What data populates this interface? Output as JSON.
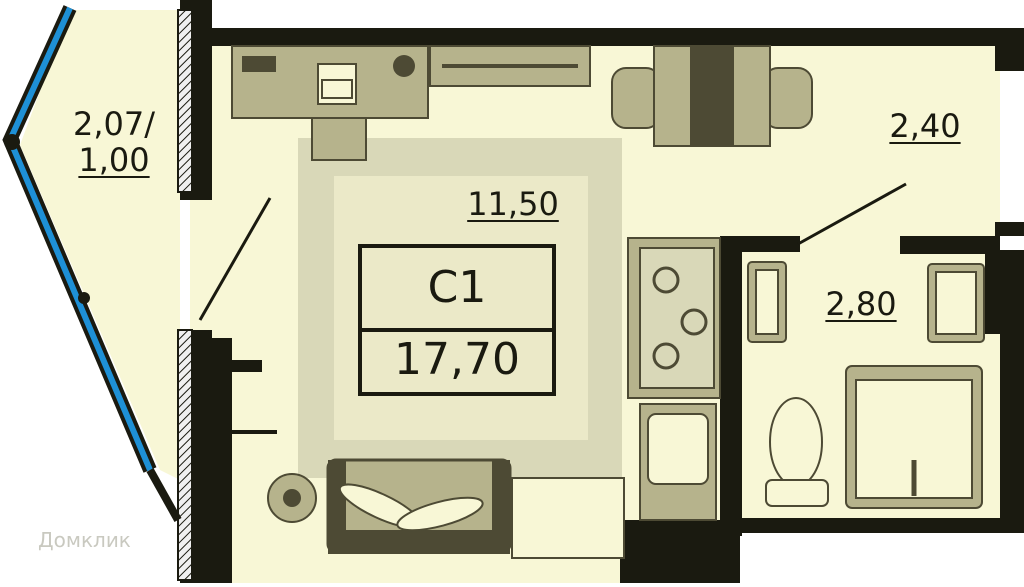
{
  "plan": {
    "rooms": {
      "balcony": {
        "area_line1": "2,07/",
        "area_line2": "1,00"
      },
      "living": {
        "area": "11,50"
      },
      "hall": {
        "area": "2,40"
      },
      "bathroom": {
        "area": "2,80"
      }
    },
    "apartment": {
      "type_code": "C1",
      "total_area": "17,70"
    }
  },
  "watermark": {
    "text": "Домклик"
  },
  "colors": {
    "wall": "#1a1a10",
    "floor": "#f8f7d6",
    "rug_outer": "#d9d8b8",
    "rug_inner": "#ebe9c8",
    "furniture": "#b6b38c",
    "furniture_dark": "#4d4a34",
    "window_frame": "#1e90d6"
  }
}
